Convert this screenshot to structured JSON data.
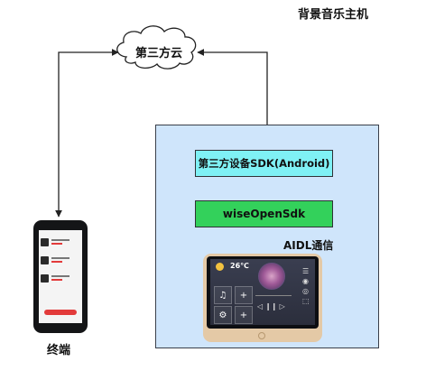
{
  "cloud": {
    "label": "第三方云"
  },
  "host": {
    "title": "背景音乐主机"
  },
  "sdk_box": {
    "label": "第三方设备SDK(Android)"
  },
  "wise_box": {
    "label": "wiseOpenSdk"
  },
  "aidl": {
    "label": "AIDL通信"
  },
  "phone": {
    "label": "终端"
  },
  "tablet": {
    "temperature": "26℃"
  },
  "colors": {
    "host_bg": "#cfe5fb",
    "sdk_box_bg": "#7ff1f5",
    "wise_box_bg": "#33d15b",
    "tablet_frame": "#e4c9a6",
    "phone_button": "#e23a3a"
  }
}
